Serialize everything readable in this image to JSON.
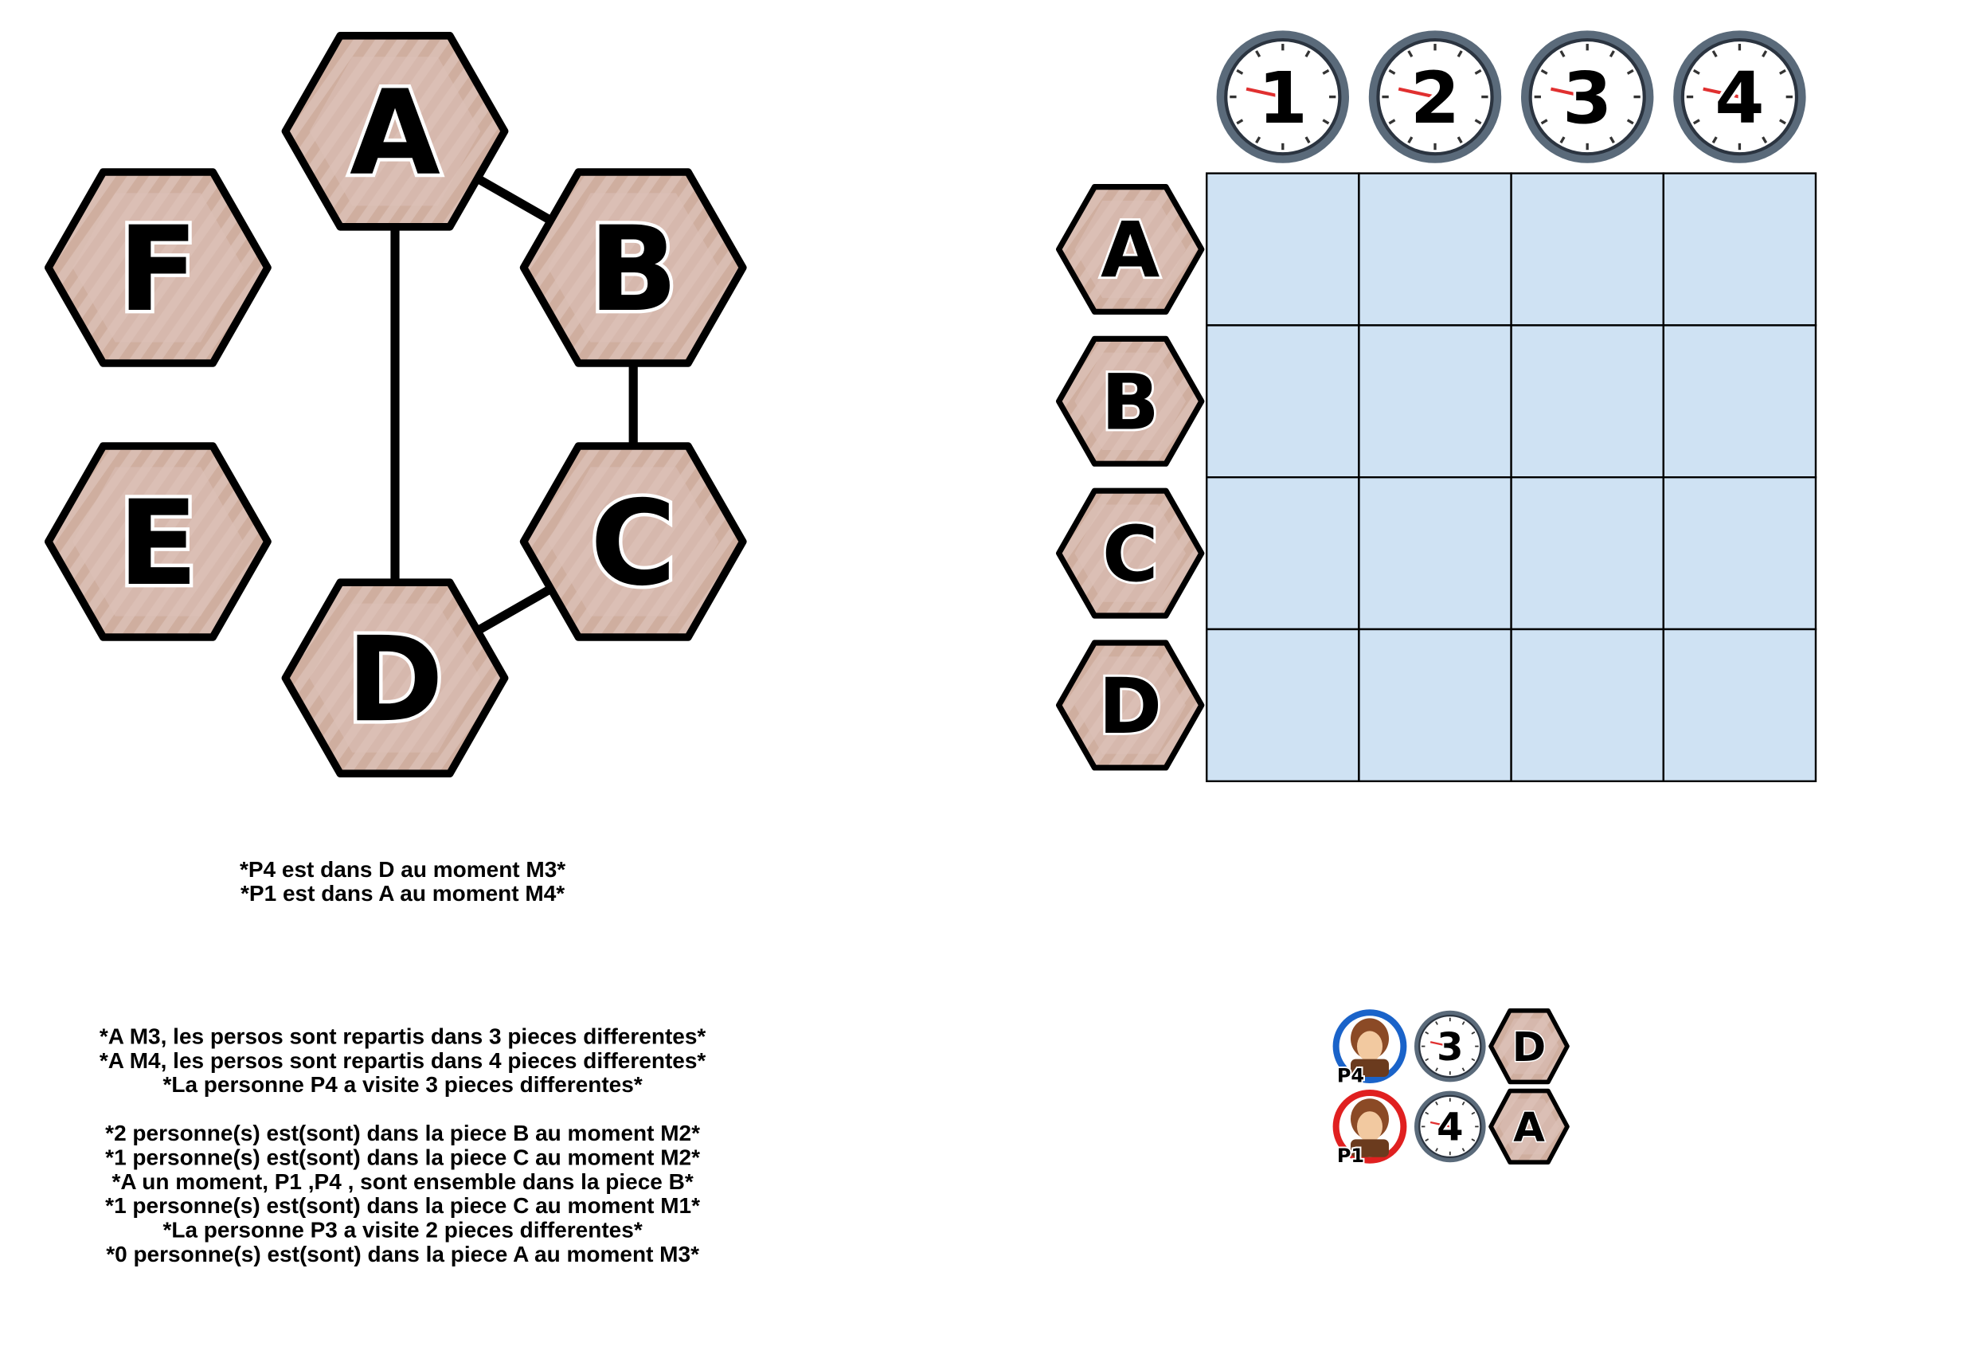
{
  "colors": {
    "hex_fill": "#dcc1b8",
    "hex_border": "#000000",
    "grid_cell": "#cfe2f3",
    "grid_border": "#000000",
    "clock_face": "#ffffff",
    "clock_rim": "#5a6a7a",
    "p4_badge": "#1a63c9",
    "p1_badge": "#e02020",
    "hand_red": "#e03030"
  },
  "map": {
    "rooms": [
      {
        "id": "A",
        "label": "A"
      },
      {
        "id": "B",
        "label": "B"
      },
      {
        "id": "C",
        "label": "C"
      },
      {
        "id": "D",
        "label": "D"
      },
      {
        "id": "E",
        "label": "E"
      },
      {
        "id": "F",
        "label": "F"
      }
    ],
    "connections": [
      [
        "A",
        "B"
      ],
      [
        "A",
        "D"
      ],
      [
        "B",
        "C"
      ],
      [
        "C",
        "D"
      ]
    ]
  },
  "grid": {
    "time_headers": [
      "1",
      "2",
      "3",
      "4"
    ],
    "room_headers": [
      "A",
      "B",
      "C",
      "D"
    ]
  },
  "known_clues_text": [
    "*P4 est dans D au moment M3*",
    "*P1 est dans A au moment M4*"
  ],
  "clues_text": [
    "*A M3, les persos sont repartis dans 3 pieces differentes*",
    "*A M4, les persos sont repartis dans 4 pieces differentes*",
    "*La personne P4 a visite 3 pieces differentes*",
    "",
    "*2 personne(s) est(sont) dans la piece B au moment M2*",
    "*1 personne(s) est(sont) dans la piece C au moment M2*",
    "*A un moment, P1 ,P4 , sont ensemble dans la piece B*",
    "*1 personne(s) est(sont) dans la piece C au moment M1*",
    "*La personne P3 a visite 2 pieces differentes*",
    "*0 personne(s) est(sont) dans la piece A au moment M3*"
  ],
  "legend": [
    {
      "person": "P4",
      "time": "3",
      "room": "D",
      "icon": "avatar-p4-icon"
    },
    {
      "person": "P1",
      "time": "4",
      "room": "A",
      "icon": "avatar-p1-icon"
    }
  ]
}
